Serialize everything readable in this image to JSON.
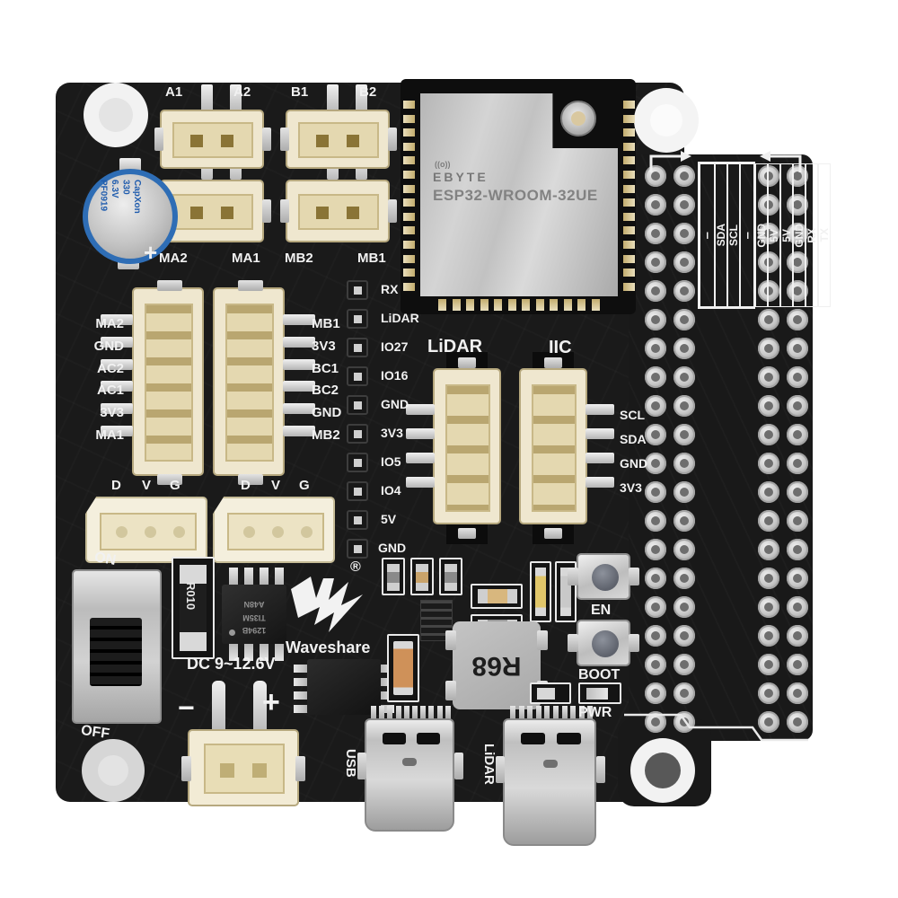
{
  "ports_top": {
    "a1": "A1",
    "a2": "A2",
    "b1": "B1",
    "b2": "B2",
    "ma2": "MA2",
    "ma1": "MA1",
    "mb2": "MB2",
    "mb1": "MB1"
  },
  "capacitor": {
    "text": "CapXon\n330\n6.3V\nPF0919",
    "plus": "+"
  },
  "esp32": {
    "antenna": "((o))",
    "brand": "EBYTE",
    "model": "ESP32-WROOM-32UE"
  },
  "motor_headers": {
    "left": [
      "MA2",
      "GND",
      "AC2",
      "AC1",
      "3V3",
      "MA1"
    ],
    "right": [
      "MB1",
      "3V3",
      "BC1",
      "BC2",
      "GND",
      "MB2"
    ]
  },
  "center_pins": [
    "RX",
    "LiDAR",
    "IO27",
    "IO16",
    "GND",
    "3V3",
    "IO5",
    "IO4",
    "5V",
    "GND"
  ],
  "lidar": {
    "title": "LiDAR"
  },
  "iic": {
    "title": "IIC",
    "pins": [
      "SCL",
      "SDA",
      "GND",
      "3V3"
    ]
  },
  "servo": [
    "D",
    "V",
    "G"
  ],
  "gpio": {
    "left": [
      "–",
      "SDA",
      "SCL",
      "–",
      "GND"
    ],
    "right": [
      "5V",
      "5V",
      "GND",
      "RX",
      "TX"
    ]
  },
  "switch": {
    "on": "ON",
    "off": "OFF"
  },
  "silk": {
    "dc": "DC 9~12.6V",
    "minus": "−",
    "plus": "+",
    "r010": "R010",
    "r68": "R68",
    "pwr": "PWR",
    "en": "EN",
    "boot": "BOOT",
    "usb": "USB",
    "lidar_usb": "LiDAR",
    "reg": "®",
    "brand": "Waveshare"
  },
  "ic_marking": "1294B\nTI35M\nA48N"
}
